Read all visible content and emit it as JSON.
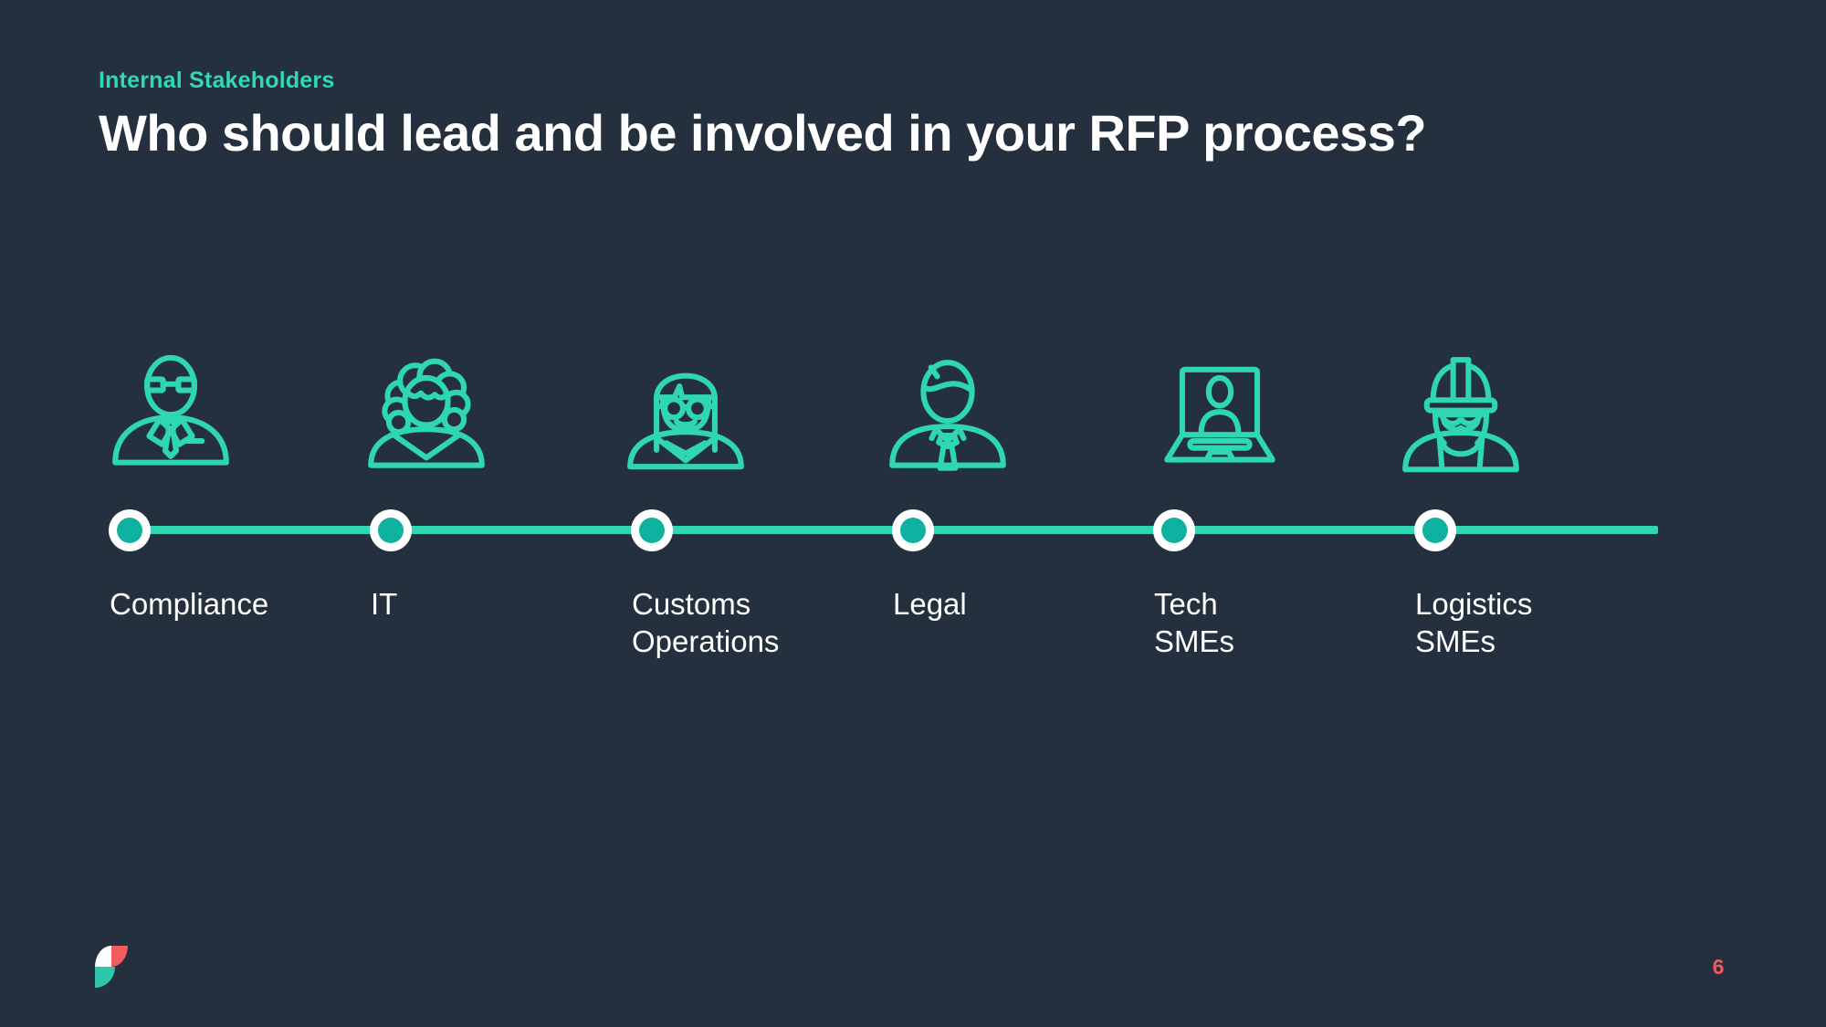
{
  "slide": {
    "eyebrow": "Internal Stakeholders",
    "title": "Who should lead and be involved in your RFP process?",
    "page_number": "6"
  },
  "colors": {
    "background": "#25303e",
    "accent_teal": "#2fd6b3",
    "node_fill_teal": "#0fb1a0",
    "node_ring_white": "#ffffff",
    "coral_red": "#f05a5e",
    "logo_teal": "#2fc7ab",
    "text_white": "#ffffff"
  },
  "timeline": {
    "stakeholders": [
      {
        "label": "Compliance",
        "icon": "man-glasses-suit-icon"
      },
      {
        "label": "IT",
        "icon": "person-curly-hair-icon"
      },
      {
        "label": "Customs\nOperations",
        "icon": "woman-long-hair-glasses-icon"
      },
      {
        "label": "Legal",
        "icon": "man-tie-icon"
      },
      {
        "label": "Tech\nSMEs",
        "icon": "laptop-video-call-icon"
      },
      {
        "label": "Logistics\nSMEs",
        "icon": "woman-hard-hat-icon"
      }
    ]
  }
}
